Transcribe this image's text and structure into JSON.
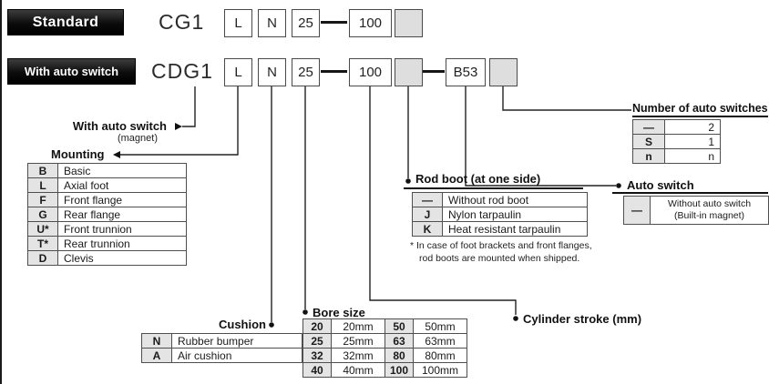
{
  "ordering": {
    "standard": {
      "tag": "Standard",
      "model": "CG1",
      "codes": {
        "mounting": "L",
        "cushion": "N",
        "bore": "25",
        "stroke": "100",
        "rod_boot": ""
      }
    },
    "auto_switch": {
      "tag": "With auto switch",
      "model": "CDG1",
      "codes": {
        "mounting": "L",
        "cushion": "N",
        "bore": "25",
        "stroke": "100",
        "rod_boot": "",
        "switch": "B53",
        "qty": ""
      }
    }
  },
  "callouts": {
    "with_auto_switch_title": "With auto switch",
    "with_auto_switch_sub": "(magnet)",
    "mounting_title": "Mounting",
    "cushion_title": "Cushion",
    "bore_title": "Bore size",
    "stroke_title": "Cylinder stroke (mm)",
    "rod_boot_title": "Rod boot (at one side)",
    "auto_switch_title": "Auto switch",
    "num_switch_title": "Number of auto switches"
  },
  "tables": {
    "mounting": {
      "rows": [
        [
          "B",
          "Basic"
        ],
        [
          "L",
          "Axial foot"
        ],
        [
          "F",
          "Front flange"
        ],
        [
          "G",
          "Rear flange"
        ],
        [
          "U*",
          "Front trunnion"
        ],
        [
          "T*",
          "Rear trunnion"
        ],
        [
          "D",
          "Clevis"
        ]
      ]
    },
    "num_switches": {
      "rows": [
        [
          "—",
          "2"
        ],
        [
          "S",
          "1"
        ],
        [
          "n",
          "n"
        ]
      ]
    },
    "rod_boot": {
      "rows": [
        [
          "—",
          "Without rod boot"
        ],
        [
          "J",
          "Nylon tarpaulin"
        ],
        [
          "K",
          "Heat resistant tarpaulin"
        ]
      ],
      "note_line1": "* In case of foot brackets and front flanges,",
      "note_line2": "rod boots are mounted when shipped."
    },
    "auto_switch": {
      "code": "—",
      "label_line1": "Without auto switch",
      "label_line2": "(Built-in magnet)"
    },
    "cushion": {
      "rows": [
        [
          "N",
          "Rubber bumper"
        ],
        [
          "A",
          "Air cushion"
        ]
      ]
    },
    "bore": {
      "rows": [
        [
          "20",
          "20mm",
          "50",
          "50mm"
        ],
        [
          "25",
          "25mm",
          "63",
          "63mm"
        ],
        [
          "32",
          "32mm",
          "80",
          "80mm"
        ],
        [
          "40",
          "40mm",
          "100",
          "100mm"
        ]
      ]
    }
  }
}
